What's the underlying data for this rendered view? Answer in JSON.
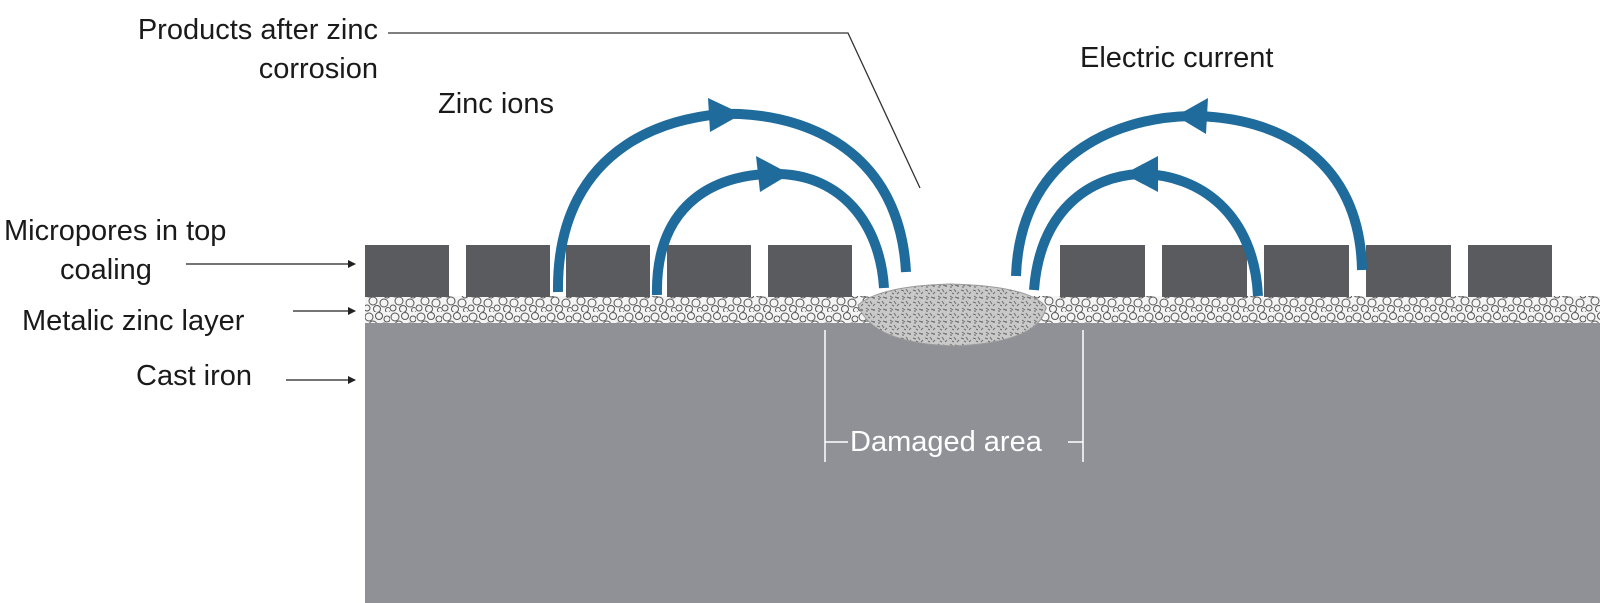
{
  "labels": {
    "products_line1": "Products after zinc",
    "products_line2": "corrosion",
    "zinc_ions": "Zinc ions",
    "electric_current": "Electric current",
    "micropores_line1": "Micropores in top",
    "micropores_line2": "coaling",
    "metallic_zinc": "Metalic zinc layer",
    "cast_iron": "Cast iron",
    "damaged_area": "Damaged area"
  },
  "colors": {
    "arrow": "#1f6b9c",
    "topcoat_block": "#5a5b5f",
    "cast_iron": "#8f9196",
    "zinc_layer": "#f4f4f4",
    "label_text": "#1a1a1a"
  },
  "icons": {
    "pointer": "arrow-right-icon",
    "flow_arrow": "arc-arrow-icon"
  }
}
